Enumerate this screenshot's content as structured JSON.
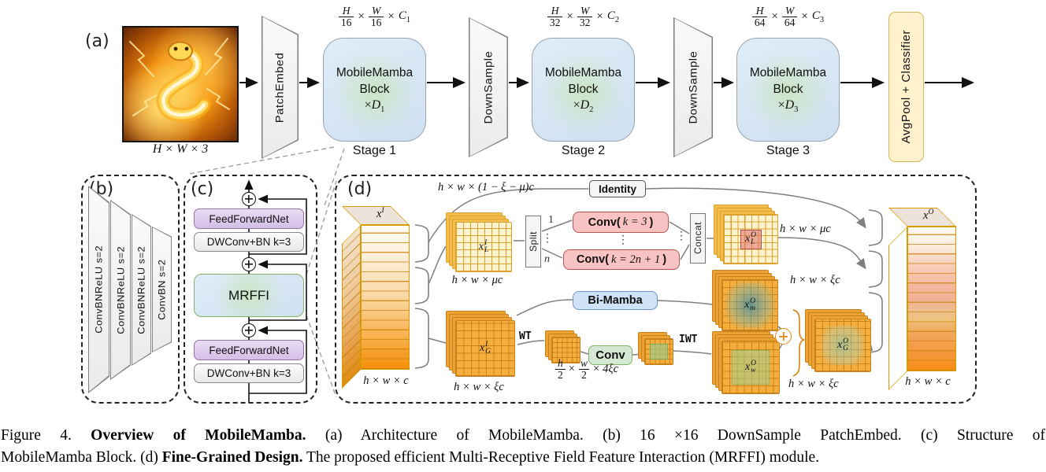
{
  "colors": {
    "block_blue": "#cfe0f1",
    "glow_green": "#cbe5c4",
    "trapezoid_gray": "#ebebeb",
    "avgpool_yellow": "#fff2cc",
    "avgpool_border": "#d6b656",
    "ffn_purple": "#d5bee7",
    "ffn_border": "#9673a6",
    "mrffi_border": "#82b366",
    "conv_red": "#f8c3c2",
    "conv_red_border": "#b85450",
    "conv_green": "#d5e8d4",
    "conv_green_border": "#82b366",
    "bimamba_blue": "#cfe2f7",
    "bimamba_border": "#6f93c7",
    "tensor_orange": "#f2a93a",
    "tensor_edge": "#d79b00",
    "highlight_red": "#dd7e7e",
    "highlight_teal": "#4fa8c9",
    "highlight_green": "#8fc97b",
    "wire_gray": "#7f7f7f",
    "oplus_orange": "#dd8a15"
  },
  "sym": {
    "times": "×",
    "vdots": "⋮"
  },
  "a": {
    "label": "(a)",
    "input_dims": "H × W × 3",
    "patchembed": "PatchEmbed",
    "downsample": "DownSample",
    "avgpool": "AvgPool + Classifier",
    "block_line1": "MobileMamba",
    "block_line2": "Block",
    "block_d": "D",
    "stages": [
      {
        "h": "H",
        "hd": "16",
        "w": "W",
        "wd": "16",
        "c": "C",
        "i": "1",
        "name": "Stage 1"
      },
      {
        "h": "H",
        "hd": "32",
        "w": "W",
        "wd": "32",
        "c": "C",
        "i": "2",
        "name": "Stage 2"
      },
      {
        "h": "H",
        "hd": "64",
        "w": "W",
        "wd": "64",
        "c": "C",
        "i": "3",
        "name": "Stage 3"
      }
    ]
  },
  "b": {
    "label": "(b)",
    "layers": [
      "ConvBNReLU s=2",
      "ConvBNReLU s=2",
      "ConvBNReLU s=2",
      "ConvBN s=2"
    ]
  },
  "c": {
    "label": "(c)",
    "ffn": "FeedForwardNet",
    "dwconv": "DWConv+BN k=3",
    "mrffi": "MRFFI"
  },
  "d": {
    "label": "(d)",
    "top_dims": "h × w × (1 − ξ − μ)c",
    "identity": "Identity",
    "xI": {
      "base": "x",
      "sup": "I"
    },
    "xI_dims": "h × w × c",
    "xLI": {
      "base": "x",
      "sup": "I",
      "sub": "L"
    },
    "xLI_dims": "h × w × μc",
    "xGI": {
      "base": "x",
      "sup": "I",
      "sub": "G"
    },
    "xGI_dims": "h × w × ξc",
    "split": "Split",
    "concat": "Concat",
    "branch_first": "1",
    "branch_last": "n",
    "conv_small": {
      "pre": "Conv(",
      "math": "k = 3",
      "post": ")"
    },
    "conv_large": {
      "pre": "Conv(",
      "math": "k = 2n + 1",
      "post": ")"
    },
    "xLO": {
      "base": "x",
      "sup": "O",
      "sub": "L"
    },
    "xLO_dims": "h × w × μc",
    "bimamba": "Bi-Mamba",
    "xmO": {
      "base": "x",
      "sup": "O",
      "sub": "m"
    },
    "xmO_dims": "h × w × ξc",
    "wt": "WT",
    "iwt": "IWT",
    "conv_wavelet": "Conv",
    "wavelet_dims": {
      "num1": "h",
      "den1": "2",
      "num2": "w",
      "den2": "2",
      "rest": "4ξc"
    },
    "xwO": {
      "base": "x",
      "sup": "O",
      "sub": "w"
    },
    "xGO": {
      "base": "x",
      "sup": "O",
      "sub": "G"
    },
    "xGO_dims": "h × w × ξc",
    "xO": {
      "base": "x",
      "sup": "O"
    },
    "xO_dims": "h × w × c"
  },
  "caption": {
    "l1a": "Figure 4.  ",
    "l1b": "Overview of MobileMamba.",
    "l1c": "  (a) Architecture of MobileMamba.  (b) 16 ×16 DownSample PatchEmbed.  (c) Structure of",
    "l2a": "MobileMamba Block. (d) ",
    "l2b": "Fine-Grained Design.",
    "l2c": " The proposed efficient Multi-Receptive Field Feature Interaction (MRFFI) module."
  }
}
